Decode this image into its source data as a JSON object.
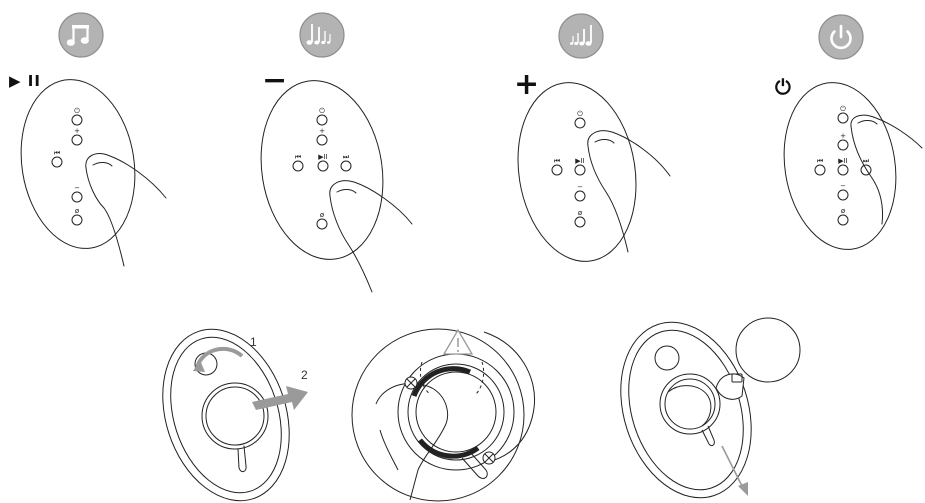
{
  "colors": {
    "badge_fill": "#b3b3b3",
    "badge_glyph": "#ffffff",
    "line": "#222222",
    "arrow": "#9a9a9a"
  },
  "panels": [
    {
      "icon": "music-note-icon",
      "label": "▶ II"
    },
    {
      "icon": "volume-down-notes-icon",
      "label": "−"
    },
    {
      "icon": "volume-up-notes-icon",
      "label": "+"
    },
    {
      "icon": "power-icon",
      "label": "⏻"
    }
  ],
  "remote_buttons": {
    "power": "⏻",
    "plus": "+",
    "minus": "−",
    "prev": "⏮",
    "play": "▶II",
    "next": "⏭",
    "mute": "ø"
  },
  "steps": {
    "first": "1",
    "second": "2"
  },
  "warning_icon": "warning-triangle-icon"
}
